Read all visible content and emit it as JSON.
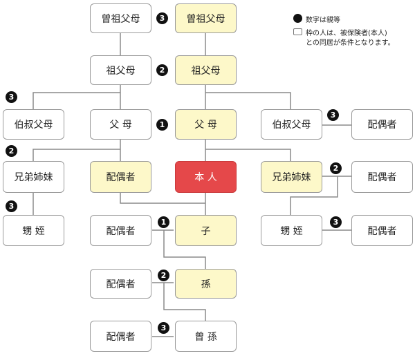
{
  "legend": {
    "kinship": "数字は親等",
    "note_line1": "枠の人は、被保険者(本人)",
    "note_line2": "との同居が条件となります。"
  },
  "colors": {
    "highlight_fill": "#fdf8c9",
    "self_fill": "#e5484a",
    "badge_fill": "#111111"
  },
  "boxes": {
    "great_grandparents_framed": "曽祖父母",
    "great_grandparents": "曽祖父母",
    "grandparents_framed": "祖父母",
    "grandparents": "祖父母",
    "uncle_aunt_left": "伯叔父母",
    "parents_framed": "父 母",
    "parents": "父 母",
    "uncle_aunt_right": "伯叔父母",
    "uncle_aunt_right_spouse": "配偶者",
    "siblings_left": "兄弟姉妹",
    "spouse": "配偶者",
    "self": "本 人",
    "siblings_right": "兄弟姉妹",
    "siblings_right_spouse": "配偶者",
    "nephew_niece_left": "甥 姪",
    "child_spouse": "配偶者",
    "child": "子",
    "nephew_niece_right": "甥 姪",
    "nephew_niece_right_spouse": "配偶者",
    "grandchild_spouse": "配偶者",
    "grandchild": "孫",
    "great_grandchild_spouse": "配偶者",
    "great_grandchild": "曾 孫"
  },
  "degrees": {
    "great_grandparents": "3",
    "grandparents": "2",
    "uncle_aunt_left": "3",
    "parents": "1",
    "uncle_aunt_right_spouse": "3",
    "siblings_left": "2",
    "siblings_right_spouse": "2",
    "nephew_niece_left": "3",
    "child": "1",
    "nephew_niece_right_spouse": "3",
    "grandchild": "2",
    "great_grandchild": "3"
  }
}
